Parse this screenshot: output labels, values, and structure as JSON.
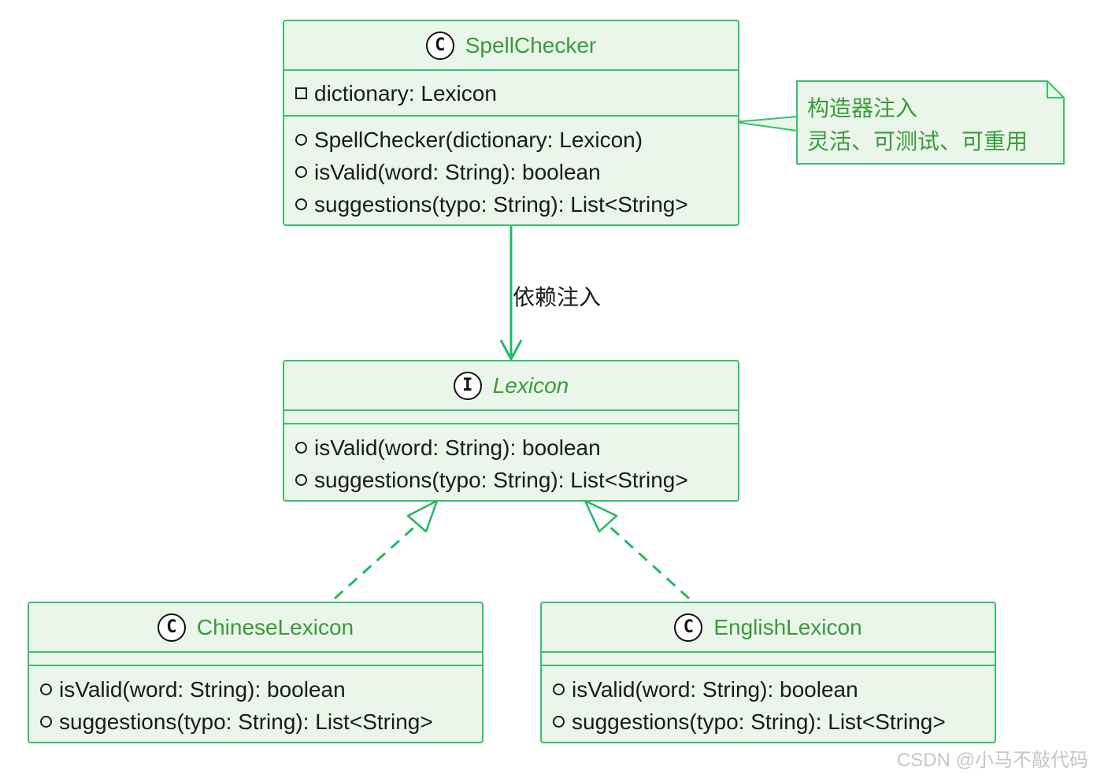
{
  "classes": {
    "spell_checker": {
      "stereotype": "C",
      "name": "SpellChecker",
      "fields": [
        {
          "visibility": "private",
          "text": "dictionary: Lexicon"
        }
      ],
      "methods": [
        {
          "visibility": "public",
          "text": "SpellChecker(dictionary: Lexicon)"
        },
        {
          "visibility": "public",
          "text": "isValid(word: String): boolean"
        },
        {
          "visibility": "public",
          "text": "suggestions(typo: String): List<String>"
        }
      ]
    },
    "lexicon": {
      "stereotype": "I",
      "name": "Lexicon",
      "fields": [],
      "methods": [
        {
          "visibility": "public",
          "text": "isValid(word: String): boolean"
        },
        {
          "visibility": "public",
          "text": "suggestions(typo: String): List<String>"
        }
      ]
    },
    "chinese_lexicon": {
      "stereotype": "C",
      "name": "ChineseLexicon",
      "fields": [],
      "methods": [
        {
          "visibility": "public",
          "text": "isValid(word: String): boolean"
        },
        {
          "visibility": "public",
          "text": "suggestions(typo: String): List<String>"
        }
      ]
    },
    "english_lexicon": {
      "stereotype": "C",
      "name": "EnglishLexicon",
      "fields": [],
      "methods": [
        {
          "visibility": "public",
          "text": "isValid(word: String): boolean"
        },
        {
          "visibility": "public",
          "text": "suggestions(typo: String): List<String>"
        }
      ]
    }
  },
  "note": {
    "line1": "构造器注入",
    "line2": "灵活、可测试、可重用"
  },
  "edges": {
    "dependency_label": "依赖注入"
  },
  "watermark": "CSDN @小马不敲代码",
  "colors": {
    "accent": "#34c268",
    "box_fill": "#eaf6ea",
    "name_text": "#3a9a3a"
  }
}
